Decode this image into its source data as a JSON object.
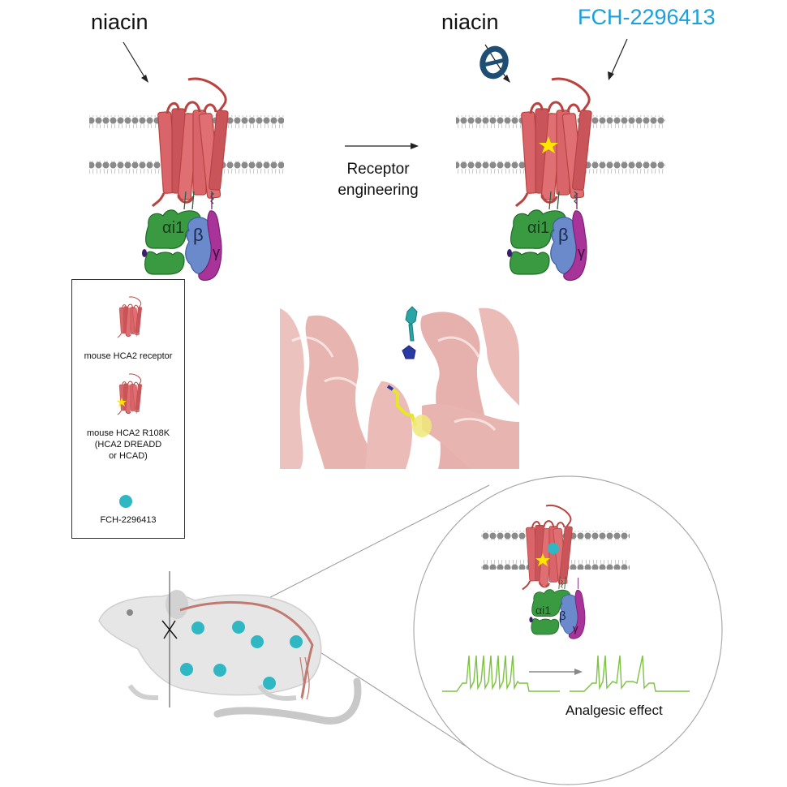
{
  "top_left": {
    "ligand_label": "niacin",
    "subunit_alpha": "αi1",
    "subunit_beta": "β",
    "subunit_gamma": "γ"
  },
  "transition": {
    "label_line1": "Receptor",
    "label_line2": "engineering"
  },
  "top_right": {
    "ligand_label_blocked": "niacin",
    "ligand_label_agonist": "FCH-2296413",
    "subunit_alpha": "αi1",
    "subunit_beta": "β",
    "subunit_gamma": "γ"
  },
  "legend": {
    "items": [
      {
        "label": "mouse HCA2 receptor",
        "icon": "receptor-icon"
      },
      {
        "label_lines": [
          "mouse HCA2 R108K",
          "(HCA2 DREADD",
          "or HCAD)"
        ],
        "icon": "mutant-receptor-icon"
      },
      {
        "label": "FCH-2296413",
        "icon": "ligand-dot-icon"
      }
    ]
  },
  "zoom_inset": {
    "subunit_alpha": "αi1",
    "subunit_beta": "β",
    "subunit_gamma": "γ",
    "effect_label": "Analgesic effect"
  },
  "colors": {
    "receptor": "#d9656b",
    "receptor_dark": "#b8433f",
    "membrane": "#8a8a8a",
    "alpha": "#3a9a42",
    "beta": "#6b8acb",
    "gamma": "#a8349a",
    "ligand": "#2fb7c4",
    "star": "#ffe600",
    "fch_text": "#1aa0dc",
    "trace": "#7dc242",
    "protein_ribbon": "#eabbb7",
    "block_icon": "#1f4e74"
  }
}
